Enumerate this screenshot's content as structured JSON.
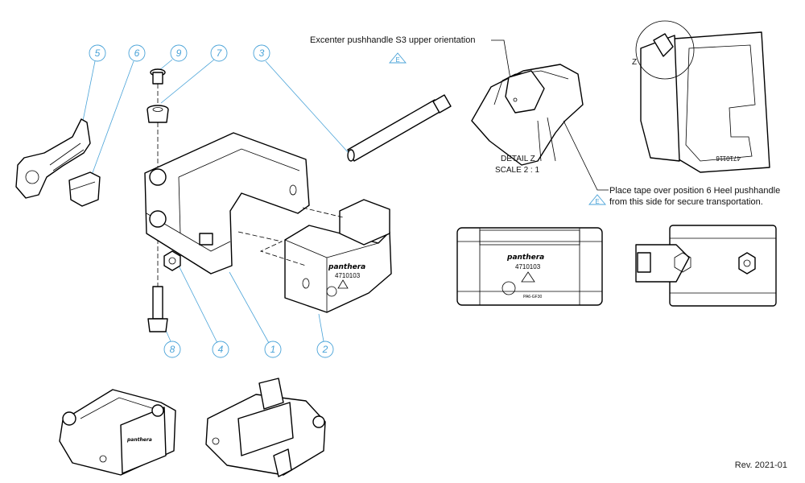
{
  "notes": {
    "excenter": "Excenter pushhandle S3 upper orientation",
    "detail_title": "DETAIL Z",
    "detail_scale": "SCALE 2 : 1",
    "tape_line1": "Place tape over position 6 Heel pushhandle",
    "tape_line2": "from this side for secure transportation.",
    "view_label_z": "Z",
    "revision_marker": "E",
    "revision": "Rev. 2021-01"
  },
  "part_markings": {
    "brand": "panthera",
    "part_number": "4710103",
    "material": "PA6-GF30",
    "top_view_number": "4710116"
  },
  "balloons": [
    "5",
    "6",
    "9",
    "7",
    "3",
    "8",
    "4",
    "1",
    "2"
  ]
}
